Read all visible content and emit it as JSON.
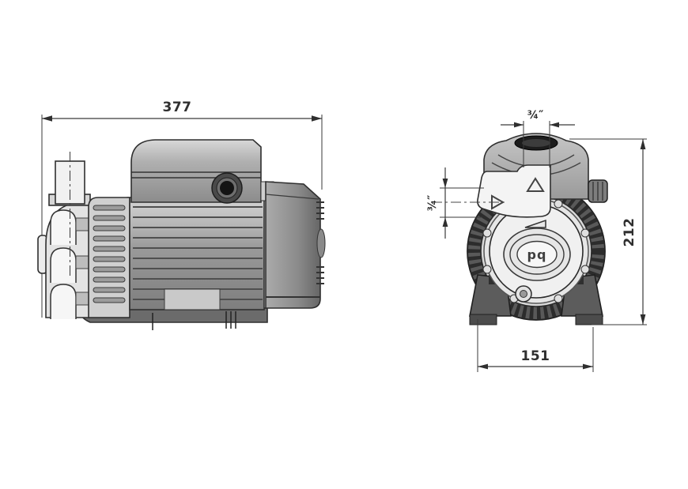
{
  "drawing": {
    "type": "technical-dimension-drawing",
    "subject": "peripheral pump shown in two orthographic views (side view and front view)",
    "palette": {
      "background": "#ffffff",
      "line": "#2f2f2f",
      "dimension_text": "#2f2f2f",
      "body_light": "#ececec",
      "body_mid": "#a9a9a9",
      "body_dark": "#5c5c5c",
      "opening_dark": "#1c1c1c"
    },
    "icons": {
      "outlet_flow_marker": "up-triangle-icon",
      "inlet_flow_marker": "right-triangle-icon",
      "rotation_marker": "wedge-triangle-icon"
    },
    "side_view": {
      "dim_overall_length": "377"
    },
    "front_view": {
      "dim_outlet_port": "¾″",
      "dim_inlet_port": "¾″",
      "dim_overall_height": "212",
      "dim_foot_width": "151",
      "logo": "pq"
    }
  }
}
